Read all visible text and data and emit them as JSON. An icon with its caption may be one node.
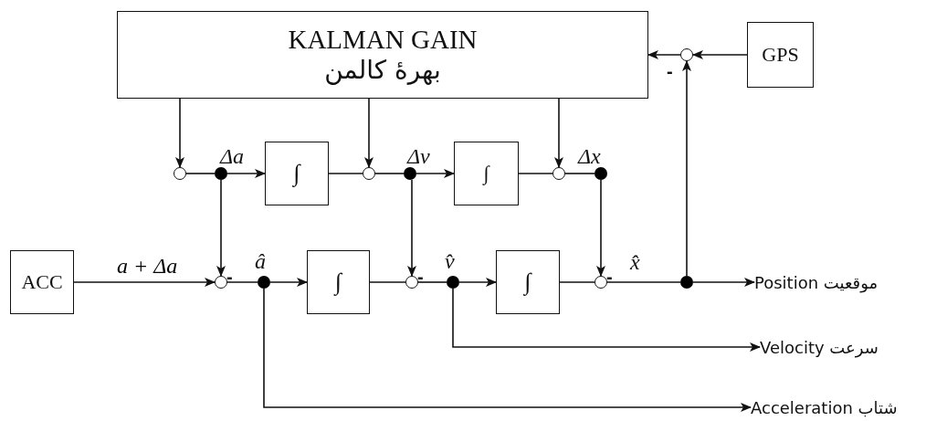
{
  "diagram": {
    "nodes": [
      {
        "text": [
          "KALMAN GAIN",
          "بهرهٔ کالمن"
        ]
      },
      {
        "text": [
          "GPS"
        ]
      },
      {
        "text": [],
        "shape": "circle",
        "beside": [
          "-"
        ]
      },
      {
        "text": [
          "ACC"
        ]
      },
      {
        "text": [],
        "shape": "circle"
      },
      {
        "text": [],
        "shape": "dot",
        "beside": [
          "Δa"
        ]
      },
      {
        "text": [
          "∫"
        ]
      },
      {
        "text": [],
        "shape": "circle"
      },
      {
        "text": [],
        "shape": "dot",
        "beside": [
          "Δv"
        ]
      },
      {
        "text": [
          "∫"
        ]
      },
      {
        "text": [],
        "shape": "circle"
      },
      {
        "text": [],
        "shape": "dot",
        "beside": [
          "Δx"
        ]
      },
      {
        "text": [],
        "shape": "circle",
        "beside": [
          "-"
        ]
      },
      {
        "text": [],
        "shape": "dot",
        "beside": [
          "â"
        ]
      },
      {
        "text": [
          "∫"
        ]
      },
      {
        "text": [],
        "shape": "circle",
        "beside": [
          "-"
        ]
      },
      {
        "text": [],
        "shape": "dot",
        "beside": [
          "v̂"
        ]
      },
      {
        "text": [
          "∫"
        ]
      },
      {
        "text": [],
        "shape": "circle",
        "beside": [
          "-",
          "x̂"
        ]
      },
      {
        "text": [],
        "shape": "dot"
      },
      {
        "text": [
          "Position موقعیت"
        ]
      },
      {
        "text": [
          "Velocity سرعت"
        ]
      },
      {
        "text": [
          "Acceleration شتاب"
        ]
      }
    ],
    "edges": [
      {
        "from": 0,
        "to": 4,
        "arrow": "to"
      },
      {
        "from": 0,
        "to": 7,
        "arrow": "to"
      },
      {
        "from": 0,
        "to": 10,
        "arrow": "to"
      },
      {
        "from": 1,
        "to": 2,
        "arrow": "to"
      },
      {
        "from": 2,
        "to": 0,
        "arrow": "to"
      },
      {
        "from": 4,
        "to": 5,
        "arrow": "none"
      },
      {
        "from": 5,
        "to": 6,
        "arrow": "to"
      },
      {
        "from": 6,
        "to": 7,
        "arrow": "none"
      },
      {
        "from": 7,
        "to": 8,
        "arrow": "none"
      },
      {
        "from": 8,
        "to": 9,
        "arrow": "to"
      },
      {
        "from": 9,
        "to": 10,
        "arrow": "none"
      },
      {
        "from": 10,
        "to": 11,
        "arrow": "none"
      },
      {
        "from": 5,
        "to": 12,
        "arrow": "to"
      },
      {
        "from": 8,
        "to": 15,
        "arrow": "to"
      },
      {
        "from": 11,
        "to": 18,
        "arrow": "to"
      },
      {
        "from": 3,
        "to": 12,
        "arrow": "to",
        "label": "a + Δa"
      },
      {
        "from": 12,
        "to": 13,
        "arrow": "none"
      },
      {
        "from": 13,
        "to": 14,
        "arrow": "to"
      },
      {
        "from": 14,
        "to": 15,
        "arrow": "none"
      },
      {
        "from": 15,
        "to": 16,
        "arrow": "none"
      },
      {
        "from": 16,
        "to": 17,
        "arrow": "to"
      },
      {
        "from": 17,
        "to": 18,
        "arrow": "none"
      },
      {
        "from": 18,
        "to": 19,
        "arrow": "none"
      },
      {
        "from": 19,
        "to": 20,
        "arrow": "to"
      },
      {
        "from": 19,
        "to": 2,
        "arrow": "to"
      },
      {
        "from": 13,
        "to": 22,
        "arrow": "to"
      },
      {
        "from": 16,
        "to": 21,
        "arrow": "to"
      }
    ]
  }
}
